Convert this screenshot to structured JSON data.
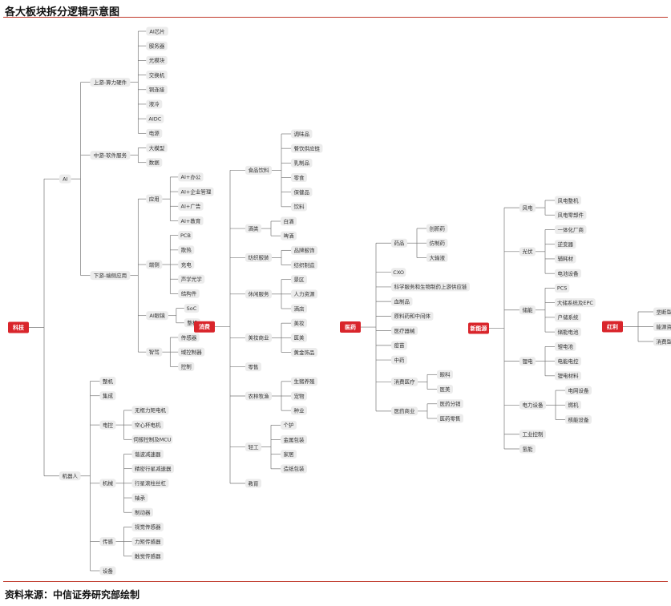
{
  "title": "各大板块拆分逻辑示意图",
  "source": "资料来源：中信证券研究部绘制",
  "colors": {
    "root": "#d9252b",
    "pill": "#ececec",
    "line": "#777777",
    "rule": "#c0392b"
  },
  "trees": [
    {
      "label": "科技",
      "children": [
        {
          "label": "AI",
          "children": [
            {
              "label": "上游-算力硬件",
              "children": [
                {
                  "label": "AI芯片"
                },
                {
                  "label": "服务器"
                },
                {
                  "label": "光模块"
                },
                {
                  "label": "交换机"
                },
                {
                  "label": "铜连接"
                },
                {
                  "label": "液冷"
                },
                {
                  "label": "AIDC"
                },
                {
                  "label": "电源"
                }
              ]
            },
            {
              "label": "中游-软件服务",
              "children": [
                {
                  "label": "大模型"
                },
                {
                  "label": "数据"
                }
              ]
            },
            {
              "label": "下游-端侧应用",
              "children": [
                {
                  "label": "应用",
                  "children": [
                    {
                      "label": "AI+办公"
                    },
                    {
                      "label": "AI+企业管理"
                    },
                    {
                      "label": "AI+广告"
                    },
                    {
                      "label": "AI+教育"
                    }
                  ]
                },
                {
                  "label": "端侧",
                  "children": [
                    {
                      "label": "PCB"
                    },
                    {
                      "label": "散热"
                    },
                    {
                      "label": "充电"
                    },
                    {
                      "label": "声学光学"
                    },
                    {
                      "label": "结构件"
                    }
                  ]
                },
                {
                  "label": "AI眼镜",
                  "children": [
                    {
                      "label": "SoC"
                    },
                    {
                      "label": "整机"
                    }
                  ]
                },
                {
                  "label": "智驾",
                  "children": [
                    {
                      "label": "传感器"
                    },
                    {
                      "label": "域控制器"
                    },
                    {
                      "label": "控制"
                    }
                  ]
                }
              ]
            }
          ]
        },
        {
          "label": "机器人",
          "children": [
            {
              "label": "整机"
            },
            {
              "label": "集成"
            },
            {
              "label": "电控",
              "children": [
                {
                  "label": "无框力矩电机"
                },
                {
                  "label": "空心杯电机"
                },
                {
                  "label": "伺服控制及MCU"
                }
              ]
            },
            {
              "label": "机械",
              "children": [
                {
                  "label": "谐波减速器"
                },
                {
                  "label": "精密行星减速器"
                },
                {
                  "label": "行星滚柱丝杠"
                },
                {
                  "label": "轴承"
                },
                {
                  "label": "制动器"
                }
              ]
            },
            {
              "label": "传感",
              "children": [
                {
                  "label": "视觉传感器"
                },
                {
                  "label": "力矩传感器"
                },
                {
                  "label": "触觉传感器"
                }
              ]
            },
            {
              "label": "设备"
            }
          ]
        }
      ]
    },
    {
      "label": "消费",
      "children": [
        {
          "label": "食品饮料",
          "children": [
            {
              "label": "调味品"
            },
            {
              "label": "餐饮供应链"
            },
            {
              "label": "乳制品"
            },
            {
              "label": "零食"
            },
            {
              "label": "保健品"
            },
            {
              "label": "饮料"
            }
          ]
        },
        {
          "label": "酒类",
          "children": [
            {
              "label": "白酒"
            },
            {
              "label": "啤酒"
            }
          ]
        },
        {
          "label": "纺织服装",
          "children": [
            {
              "label": "品牌服饰"
            },
            {
              "label": "纺织制造"
            }
          ]
        },
        {
          "label": "休闲服务",
          "children": [
            {
              "label": "景区"
            },
            {
              "label": "人力资源"
            },
            {
              "label": "酒店"
            }
          ]
        },
        {
          "label": "美妆商业",
          "children": [
            {
              "label": "美妆"
            },
            {
              "label": "医美"
            },
            {
              "label": "黄金饰品"
            }
          ]
        },
        {
          "label": "零售"
        },
        {
          "label": "农林牧渔",
          "children": [
            {
              "label": "生猪养殖"
            },
            {
              "label": "宠物"
            },
            {
              "label": "种业"
            }
          ]
        },
        {
          "label": "轻工",
          "children": [
            {
              "label": "个护"
            },
            {
              "label": "金属包装"
            },
            {
              "label": "家居"
            },
            {
              "label": "造纸包装"
            }
          ]
        },
        {
          "label": "教育"
        }
      ]
    },
    {
      "label": "医药",
      "children": [
        {
          "label": "药品",
          "children": [
            {
              "label": "创新药"
            },
            {
              "label": "仿制药"
            },
            {
              "label": "大输液"
            }
          ]
        },
        {
          "label": "CXO"
        },
        {
          "label": "科学服务和生物制药上游供应链"
        },
        {
          "label": "血制品"
        },
        {
          "label": "原料药和中间体"
        },
        {
          "label": "医疗器械"
        },
        {
          "label": "疫苗"
        },
        {
          "label": "中药"
        },
        {
          "label": "消费医疗",
          "children": [
            {
              "label": "眼科"
            },
            {
              "label": "医美"
            }
          ]
        },
        {
          "label": "医药商业",
          "children": [
            {
              "label": "医药分销"
            },
            {
              "label": "医药零售"
            }
          ]
        }
      ]
    },
    {
      "label": "新能源",
      "children": [
        {
          "label": "风电",
          "children": [
            {
              "label": "风电整机"
            },
            {
              "label": "风电零部件"
            }
          ]
        },
        {
          "label": "光伏",
          "children": [
            {
              "label": "一体化厂商"
            },
            {
              "label": "逆变器"
            },
            {
              "label": "辅耗材"
            },
            {
              "label": "电池设备"
            }
          ]
        },
        {
          "label": "储能",
          "children": [
            {
              "label": "PCS"
            },
            {
              "label": "大储系统及EPC"
            },
            {
              "label": "户储系统"
            },
            {
              "label": "储能电池"
            }
          ]
        },
        {
          "label": "锂电",
          "children": [
            {
              "label": "锂电池"
            },
            {
              "label": "电能电控"
            },
            {
              "label": "锂电材料"
            }
          ]
        },
        {
          "label": "电力设备",
          "children": [
            {
              "label": "电网设备"
            },
            {
              "label": "燃机"
            },
            {
              "label": "核能设备"
            }
          ]
        },
        {
          "label": "工业控制"
        },
        {
          "label": "氢能"
        }
      ]
    },
    {
      "label": "红利",
      "children": [
        {
          "label": "垄断型"
        },
        {
          "label": "能源资源型"
        },
        {
          "label": "消费型"
        }
      ]
    }
  ]
}
